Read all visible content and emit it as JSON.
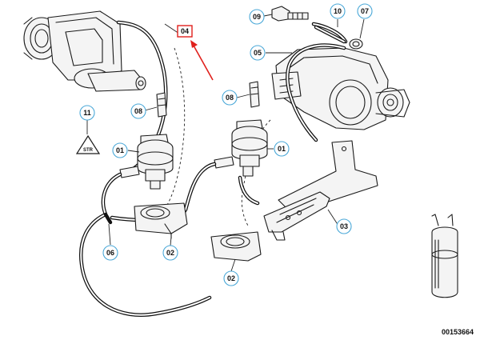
{
  "diagram_number": "00153664",
  "highlight": {
    "label": "04",
    "color": "#e0201c"
  },
  "callout_color": "#4aa8d8",
  "callouts": [
    {
      "id": "c-09",
      "label": "09"
    },
    {
      "id": "c-10",
      "label": "10"
    },
    {
      "id": "c-07",
      "label": "07"
    },
    {
      "id": "c-05",
      "label": "05"
    },
    {
      "id": "c-08a",
      "label": "08"
    },
    {
      "id": "c-08b",
      "label": "08"
    },
    {
      "id": "c-11",
      "label": "11"
    },
    {
      "id": "c-01a",
      "label": "01"
    },
    {
      "id": "c-01b",
      "label": "01"
    },
    {
      "id": "c-03",
      "label": "03"
    },
    {
      "id": "c-06",
      "label": "06"
    },
    {
      "id": "c-02a",
      "label": "02"
    },
    {
      "id": "c-02b",
      "label": "02"
    }
  ],
  "warning_symbol_text": "STR"
}
